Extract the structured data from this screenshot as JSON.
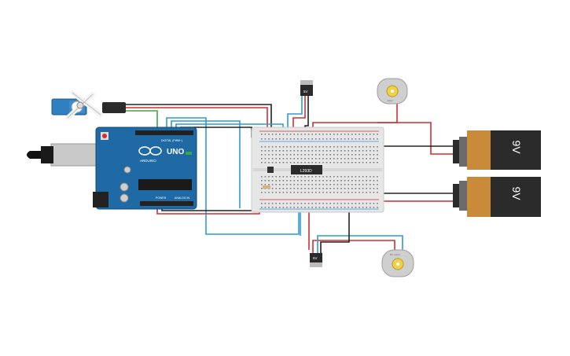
{
  "arduino": {
    "logo_text": "UNO",
    "brand_text": "ARDUINO",
    "digital_label": "DIGITAL (PWM~)",
    "analog_label": "ANALOG IN",
    "power_label": "POWER"
  },
  "ic": {
    "label": "L293D"
  },
  "regulator_top": {
    "label": "5V"
  },
  "regulator_bottom": {
    "label": "5V"
  },
  "battery_top": {
    "label": "9V"
  },
  "battery_bottom": {
    "label": "9V"
  },
  "motor_top": {
    "label": "motor"
  },
  "motor_bottom": {
    "label": "DC motor"
  },
  "colors": {
    "arduino_blue": "#1f6aa5",
    "wire_red": "#d32f2f",
    "wire_black": "#222222",
    "wire_blue": "#2e9bd6",
    "wire_green": "#3aa64a",
    "battery_orange": "#c98a3a",
    "battery_dark": "#2b2b2b",
    "breadboard": "#e6e6e6",
    "servo_blue": "#2f7fc1"
  }
}
